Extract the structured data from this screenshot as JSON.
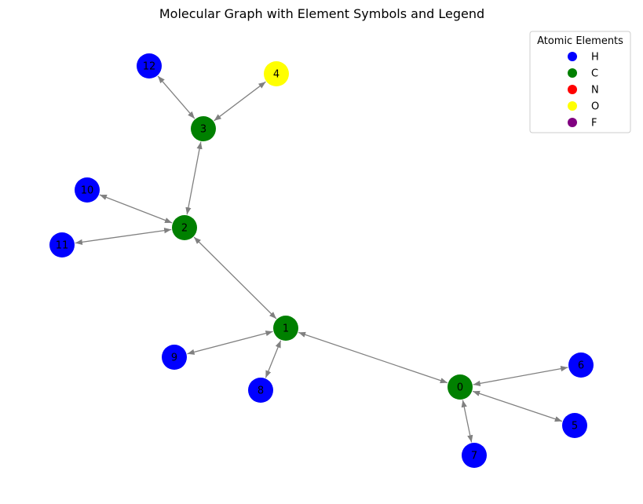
{
  "title": "Molecular Graph with Element Symbols and Legend",
  "legend": {
    "title": "Atomic Elements",
    "placement": "top-right",
    "items": [
      {
        "symbol": "H",
        "color": "#0000ff"
      },
      {
        "symbol": "C",
        "color": "#008000"
      },
      {
        "symbol": "N",
        "color": "#ff0000"
      },
      {
        "symbol": "O",
        "color": "#ffff00"
      },
      {
        "symbol": "F",
        "color": "#800080"
      }
    ]
  },
  "edge_color": "#808080",
  "nodes": [
    {
      "id": "0",
      "element": "C"
    },
    {
      "id": "1",
      "element": "C"
    },
    {
      "id": "2",
      "element": "C"
    },
    {
      "id": "3",
      "element": "C"
    },
    {
      "id": "4",
      "element": "O"
    },
    {
      "id": "5",
      "element": "H"
    },
    {
      "id": "6",
      "element": "H"
    },
    {
      "id": "7",
      "element": "H"
    },
    {
      "id": "8",
      "element": "H"
    },
    {
      "id": "9",
      "element": "H"
    },
    {
      "id": "10",
      "element": "H"
    },
    {
      "id": "11",
      "element": "H"
    },
    {
      "id": "12",
      "element": "H"
    }
  ],
  "edges": [
    [
      "0",
      "1"
    ],
    [
      "0",
      "5"
    ],
    [
      "0",
      "6"
    ],
    [
      "0",
      "7"
    ],
    [
      "1",
      "2"
    ],
    [
      "1",
      "8"
    ],
    [
      "1",
      "9"
    ],
    [
      "2",
      "3"
    ],
    [
      "2",
      "10"
    ],
    [
      "2",
      "11"
    ],
    [
      "3",
      "4"
    ],
    [
      "3",
      "12"
    ]
  ]
}
